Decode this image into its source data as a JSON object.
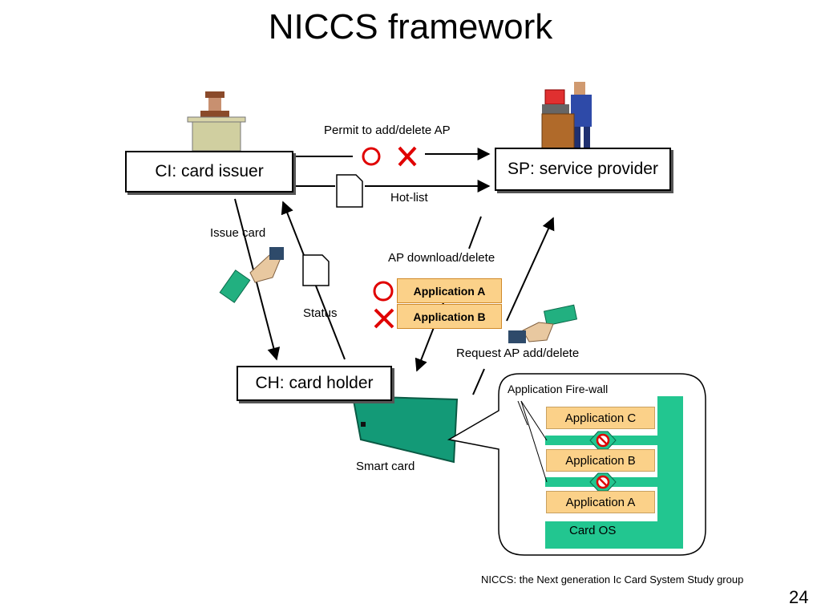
{
  "title": "NICCS framework",
  "entities": {
    "ci": "CI: card issuer",
    "sp": "SP: service provider",
    "ch": "CH: card holder"
  },
  "labels": {
    "permit": "Permit to add/delete AP",
    "hotlist": "Hot-list",
    "issue_card": "Issue card",
    "status": "Status",
    "ap_download": "AP download/delete",
    "request": "Request AP add/delete",
    "smart_card": "Smart card"
  },
  "download_apps": [
    "Application A",
    "Application B"
  ],
  "firewall": {
    "title": "Application Fire-wall",
    "apps": [
      "Application C",
      "Application B",
      "Application A"
    ],
    "os": "Card OS"
  },
  "footer": {
    "note": "NICCS: the Next generation Ic Card System Study group",
    "page": "24"
  },
  "colors": {
    "ok_mark": "#e00000",
    "card_green": "#139a77",
    "wall_green": "#22c690",
    "app_fill": "#fbd189"
  },
  "icons": [
    "circle-ok-icon",
    "cross-ng-icon",
    "document-icon",
    "no-entry-icon",
    "hand-card-icon",
    "person-icon"
  ]
}
